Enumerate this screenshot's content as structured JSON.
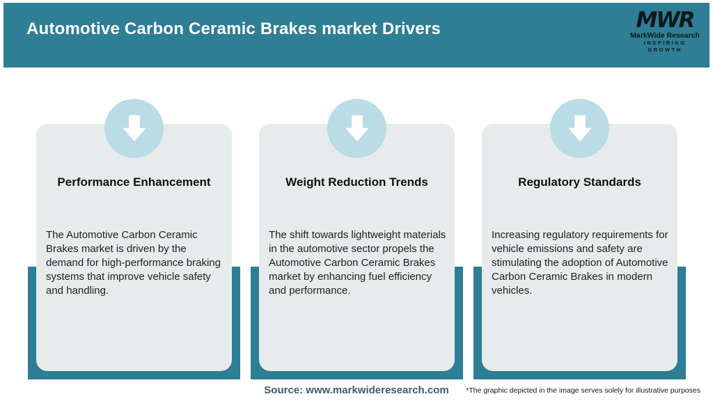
{
  "header": {
    "title": "Automotive Carbon Ceramic Brakes market Drivers",
    "logo": {
      "acronym": "MWR",
      "name": "MarkWide Research",
      "tagline": "INSPIRING GROWTH"
    }
  },
  "cards": [
    {
      "icon": "arrow-down-icon",
      "title": "Performance Enhancement",
      "body": "The Automotive Carbon Ceramic Brakes market is driven by the demand for high-performance braking systems that improve vehicle safety and handling."
    },
    {
      "icon": "arrow-down-icon",
      "title": "Weight Reduction Trends",
      "body": "The shift towards lightweight materials in the automotive sector propels the Automotive Carbon Ceramic Brakes market by enhancing fuel efficiency and performance."
    },
    {
      "icon": "arrow-down-icon",
      "title": "Regulatory Standards",
      "body": "Increasing regulatory requirements for vehicle emissions and safety are stimulating the adoption of Automotive Carbon Ceramic Brakes in modern vehicles."
    }
  ],
  "footer": {
    "source": "Source: www.markwideresearch.com",
    "disclaimer": "*The graphic depicted in the image serves solely for illustrative purposes"
  },
  "colors": {
    "teal": "#2e7e95",
    "light_blue": "#b9dce6",
    "card_gray": "#e8ebec",
    "source_text": "#3d5a68"
  }
}
